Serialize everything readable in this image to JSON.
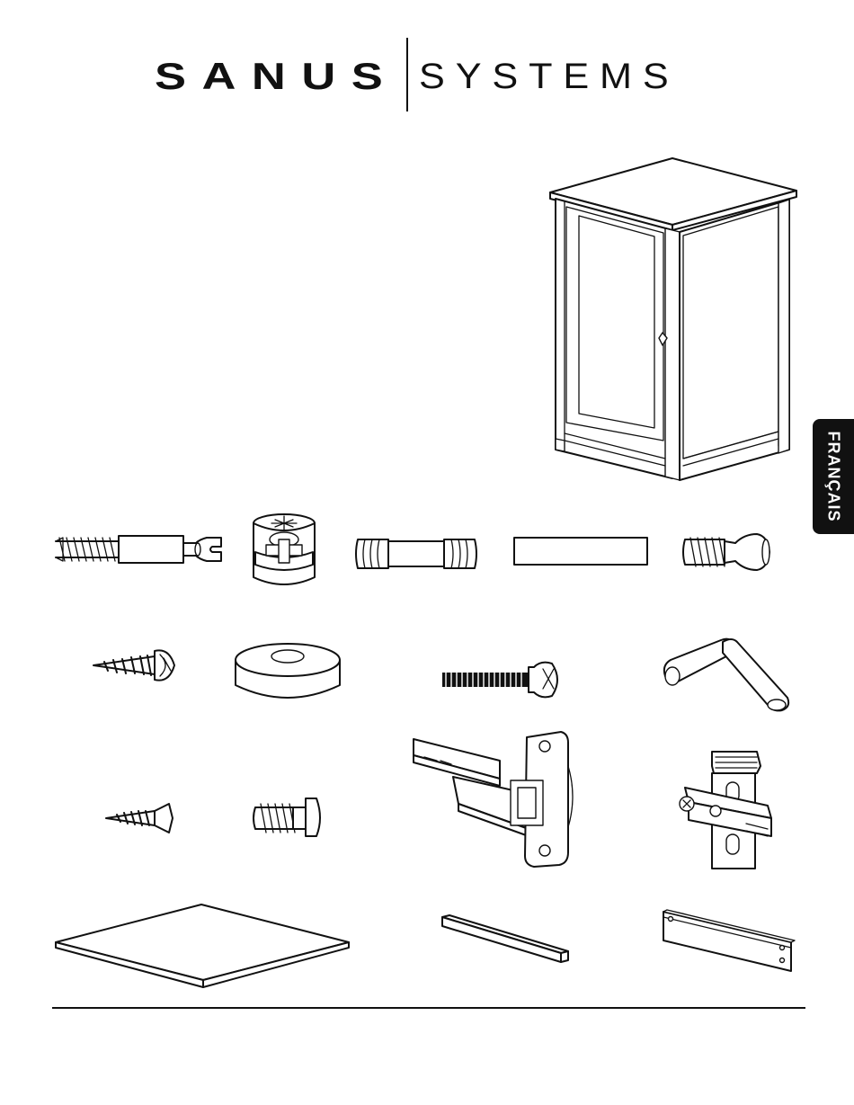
{
  "header": {
    "brand_left": "SANUS",
    "brand_right": "SYSTEMS"
  },
  "side_tab": {
    "language": "FRANÇAIS"
  },
  "illustrations": {
    "cabinet": "cabinet-illustration",
    "hardware": [
      "cam-bolt-icon",
      "cam-lock-icon",
      "wood-dowel-icon",
      "wood-strip-icon",
      "shelf-pin-icon",
      "pan-head-screw-icon",
      "foam-bumper-icon",
      "machine-screw-icon",
      "allen-wrench-icon",
      "flat-head-screw-icon",
      "mounting-screw-icon",
      "hinge-icon",
      "hinge-plate-icon",
      "glass-panel-icon",
      "wood-rail-icon",
      "metal-bracket-icon"
    ]
  }
}
